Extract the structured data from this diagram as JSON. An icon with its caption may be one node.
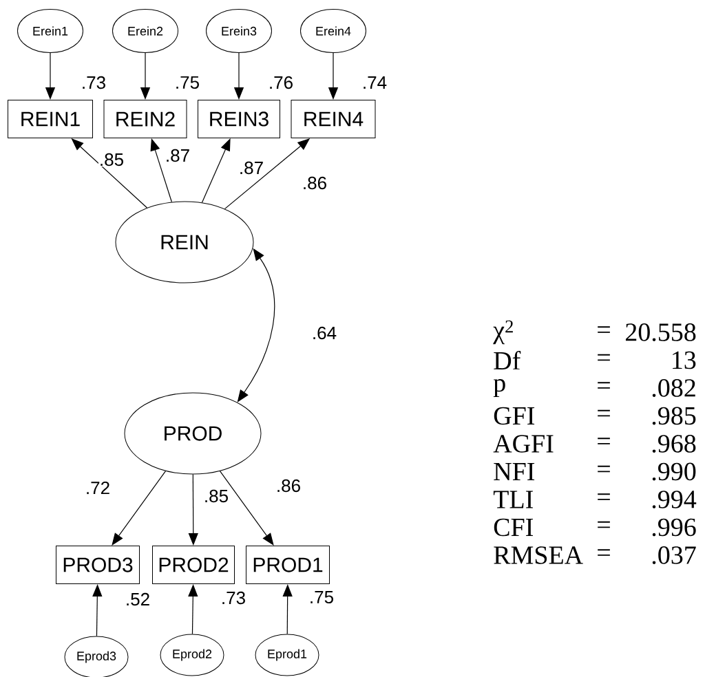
{
  "diagram": {
    "nodes": [
      {
        "text": [
          "Erein1"
        ]
      },
      {
        "text": [
          "Erein2"
        ]
      },
      {
        "text": [
          "Erein3"
        ]
      },
      {
        "text": [
          "Erein4"
        ]
      },
      {
        "text": [
          "REIN1"
        ],
        "beside": [
          ".73"
        ]
      },
      {
        "text": [
          "REIN2"
        ],
        "beside": [
          ".75"
        ]
      },
      {
        "text": [
          "REIN3"
        ],
        "beside": [
          ".76"
        ]
      },
      {
        "text": [
          "REIN4"
        ],
        "beside": [
          ".74"
        ]
      },
      {
        "text": [
          "REIN"
        ]
      },
      {
        "text": [
          "PROD"
        ]
      },
      {
        "text": [
          "PROD3"
        ],
        "beside": [
          ".52"
        ]
      },
      {
        "text": [
          "PROD2"
        ],
        "beside": [
          ".73"
        ]
      },
      {
        "text": [
          "PROD1"
        ],
        "beside": [
          ".75"
        ]
      },
      {
        "text": [
          "Eprod3"
        ]
      },
      {
        "text": [
          "Eprod2"
        ]
      },
      {
        "text": [
          "Eprod1"
        ]
      }
    ],
    "edges": [
      {
        "from": 0,
        "to": 4,
        "arrow": "to"
      },
      {
        "from": 1,
        "to": 5,
        "arrow": "to"
      },
      {
        "from": 2,
        "to": 6,
        "arrow": "to"
      },
      {
        "from": 3,
        "to": 7,
        "arrow": "to"
      },
      {
        "from": 8,
        "to": 4,
        "arrow": "to",
        "label": ".85"
      },
      {
        "from": 8,
        "to": 5,
        "arrow": "to",
        "label": ".87"
      },
      {
        "from": 8,
        "to": 6,
        "arrow": "to",
        "label": ".87"
      },
      {
        "from": 8,
        "to": 7,
        "arrow": "to",
        "label": ".86"
      },
      {
        "from": 8,
        "to": 9,
        "arrow": "both",
        "label": ".64"
      },
      {
        "from": 9,
        "to": 10,
        "arrow": "to",
        "label": ".72"
      },
      {
        "from": 9,
        "to": 11,
        "arrow": "to",
        "label": ".85"
      },
      {
        "from": 9,
        "to": 12,
        "arrow": "to",
        "label": ".86"
      },
      {
        "from": 13,
        "to": 10,
        "arrow": "to"
      },
      {
        "from": 14,
        "to": 11,
        "arrow": "to"
      },
      {
        "from": 15,
        "to": 12,
        "arrow": "to"
      }
    ],
    "labels": [
      "χ$^{2}$",
      "=",
      "20.558",
      "Df",
      "=",
      "13",
      "p",
      "=",
      ".082",
      "GFI",
      "=",
      ".985",
      "AGFI",
      "=",
      ".968",
      "NFI",
      "=",
      ".990",
      "TLI",
      "=",
      ".994",
      "CFI",
      "=",
      ".996",
      "RMSEA",
      "=",
      ".037"
    ]
  }
}
